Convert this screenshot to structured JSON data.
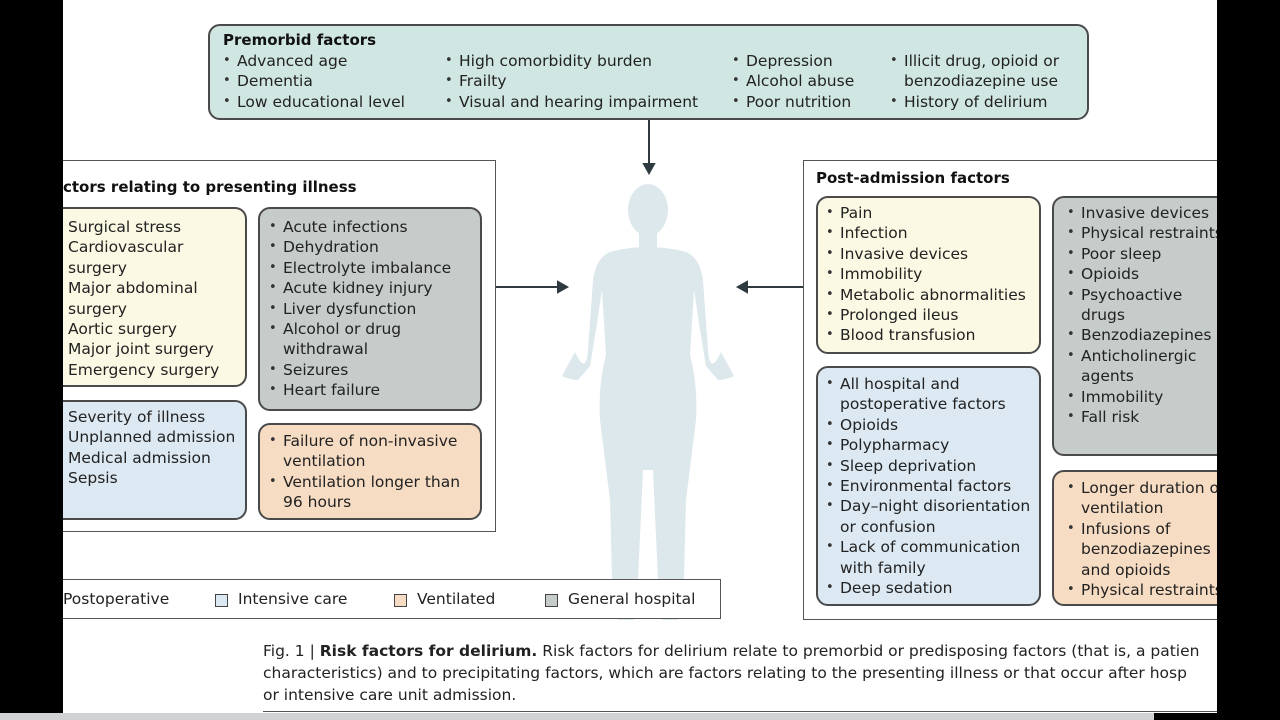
{
  "premorbid": {
    "title": "Premorbid factors",
    "col1": [
      "Advanced age",
      "Dementia",
      "Low educational level"
    ],
    "col2": [
      "High comorbidity burden",
      "Frailty",
      "Visual and hearing impairment"
    ],
    "col3": [
      "Depression",
      "Alcohol abuse",
      "Poor nutrition"
    ],
    "col4": [
      "Illicit drug, opioid or benzodiazepine use",
      "History of delirium"
    ]
  },
  "presenting": {
    "title": "ctors relating to presenting illness",
    "postoperative": [
      "Surgical stress",
      "Cardiovascular surgery",
      "Major abdominal surgery",
      "Aortic surgery",
      "Major joint surgery",
      "Emergency surgery"
    ],
    "intensive_care": [
      "Severity of illness",
      "Unplanned admission",
      "Medical admission",
      "Sepsis"
    ],
    "general_hospital": [
      "Acute infections",
      "Dehydration",
      "Electrolyte imbalance",
      "Acute kidney injury",
      "Liver dysfunction",
      "Alcohol or drug withdrawal",
      "Seizures",
      "Heart failure"
    ],
    "ventilated": [
      "Failure of non-invasive ventilation",
      "Ventilation longer than 96 hours"
    ]
  },
  "post_admission": {
    "title": "Post-admission factors",
    "postoperative": [
      "Pain",
      "Infection",
      "Invasive devices",
      "Immobility",
      "Metabolic abnormalities",
      "Prolonged ileus",
      "Blood transfusion"
    ],
    "intensive_care": [
      "All hospital and postoperative factors",
      "Opioids",
      "Polypharmacy",
      "Sleep deprivation",
      "Environmental factors",
      "Day–night disorientation or confusion",
      "Lack of communication with family",
      "Deep sedation"
    ],
    "general_hospital": [
      "Invasive devices",
      "Physical restraints",
      "Poor sleep",
      "Opioids",
      "Psychoactive drugs",
      "Benzodiazepines",
      "Anticholinergic agents",
      "Immobility",
      "Fall risk"
    ],
    "ventilated": [
      "Longer duration of ventilation",
      "Infusions of benzodiazepines and opioids",
      "Physical restraints"
    ]
  },
  "legend": {
    "postoperative": "Postoperative",
    "intensive_care": "Intensive care",
    "ventilated": "Ventilated",
    "general_hospital": "General hospital"
  },
  "caption": {
    "fig": "Fig. 1 | ",
    "title": "Risk factors for delirium.",
    "line1": " Risk factors for delirium relate to premorbid or predisposing factors (that is, a patien",
    "line2": "characteristics) and to precipitating factors, which are factors relating to the presenting illness or that occur after hosp",
    "line3": "or intensive care unit admission."
  },
  "colors": {
    "premorbid": "#cfe6e2",
    "postoperative": "#fbf9e3",
    "intensive_care": "#dce9f3",
    "ventilated": "#f7dcc4",
    "general_hospital": "#c6ccca",
    "body_silhouette": "#dde8ec"
  }
}
